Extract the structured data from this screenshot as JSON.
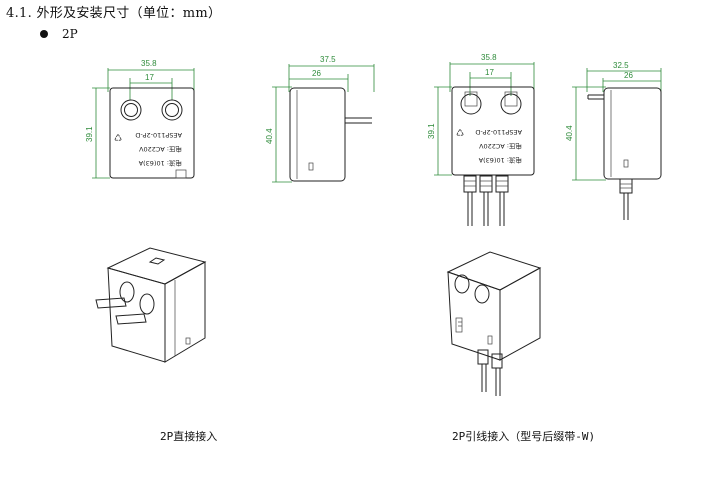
{
  "heading": "4.1. 外形及安装尺寸（单位：mm）",
  "variant": "2P",
  "captions": {
    "left": "2P直接接入",
    "right": "2P引线接入（型号后缀带-W)"
  },
  "views": {
    "front_direct": {
      "dims": {
        "width": "35.8",
        "pin_spacing": "17",
        "height": "39.1"
      },
      "label_lines": [
        "电流: 10(63)A",
        "电压: AC220V",
        "AESP110-2P-D"
      ]
    },
    "side_direct": {
      "dims": {
        "width": "37.5",
        "inner": "26",
        "height": "40.4"
      }
    },
    "front_wire": {
      "dims": {
        "width": "35.8",
        "pin_spacing": "17",
        "height": "39.1"
      },
      "label_lines": [
        "电流: 10(63)A",
        "电压: AC220V",
        "AESP110-2P-D"
      ]
    },
    "side_wire": {
      "dims": {
        "width": "32.5",
        "inner": "26",
        "height": "40.4"
      }
    }
  },
  "colors": {
    "dimension": "#2e8b3a",
    "outline": "#222222"
  }
}
